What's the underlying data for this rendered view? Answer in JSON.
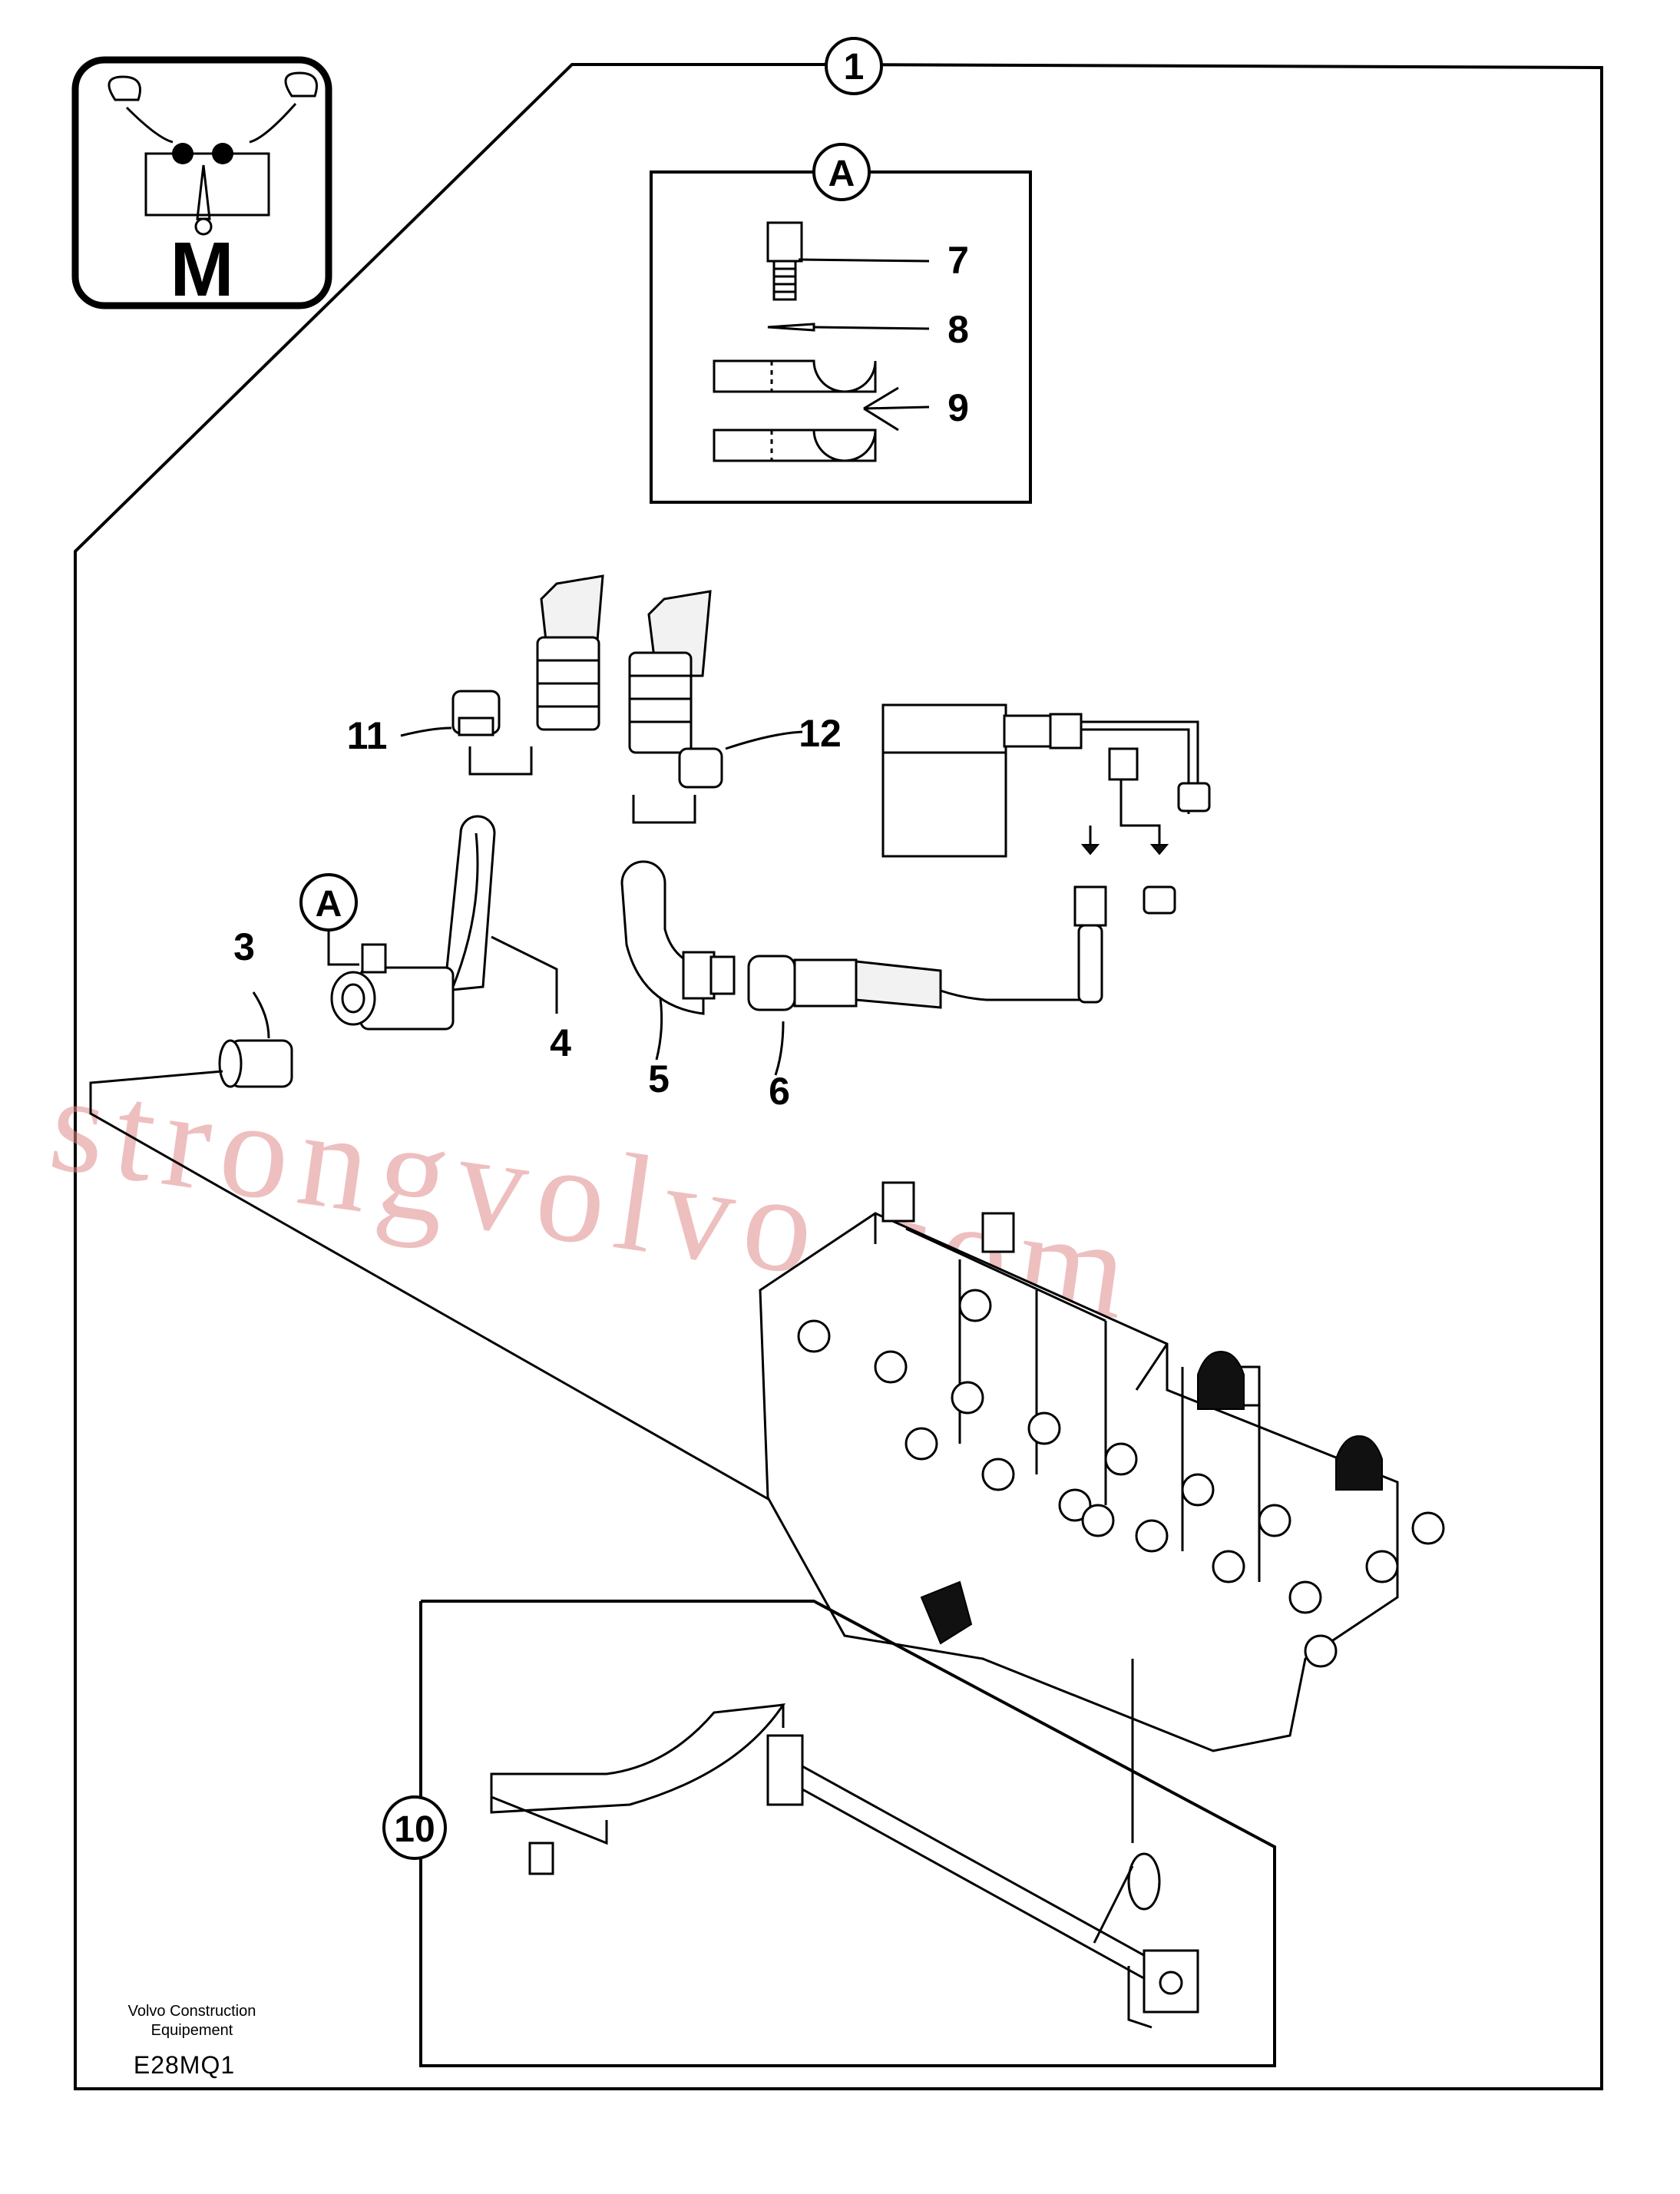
{
  "symbol": {
    "letter": "M"
  },
  "circled_labels": {
    "main": "1",
    "detail": "A",
    "detail_ref": "A",
    "handle_assembly": "10"
  },
  "part_labels": {
    "p3": "3",
    "p4": "4",
    "p5": "5",
    "p6": "6",
    "p7": "7",
    "p8": "8",
    "p9": "9",
    "p11": "11",
    "p12": "12"
  },
  "watermark": "strongvolvo.com",
  "footer": {
    "company_line1": "Volvo Construction",
    "company_line2": "Equipement",
    "drawing_code": "E28MQ1"
  }
}
